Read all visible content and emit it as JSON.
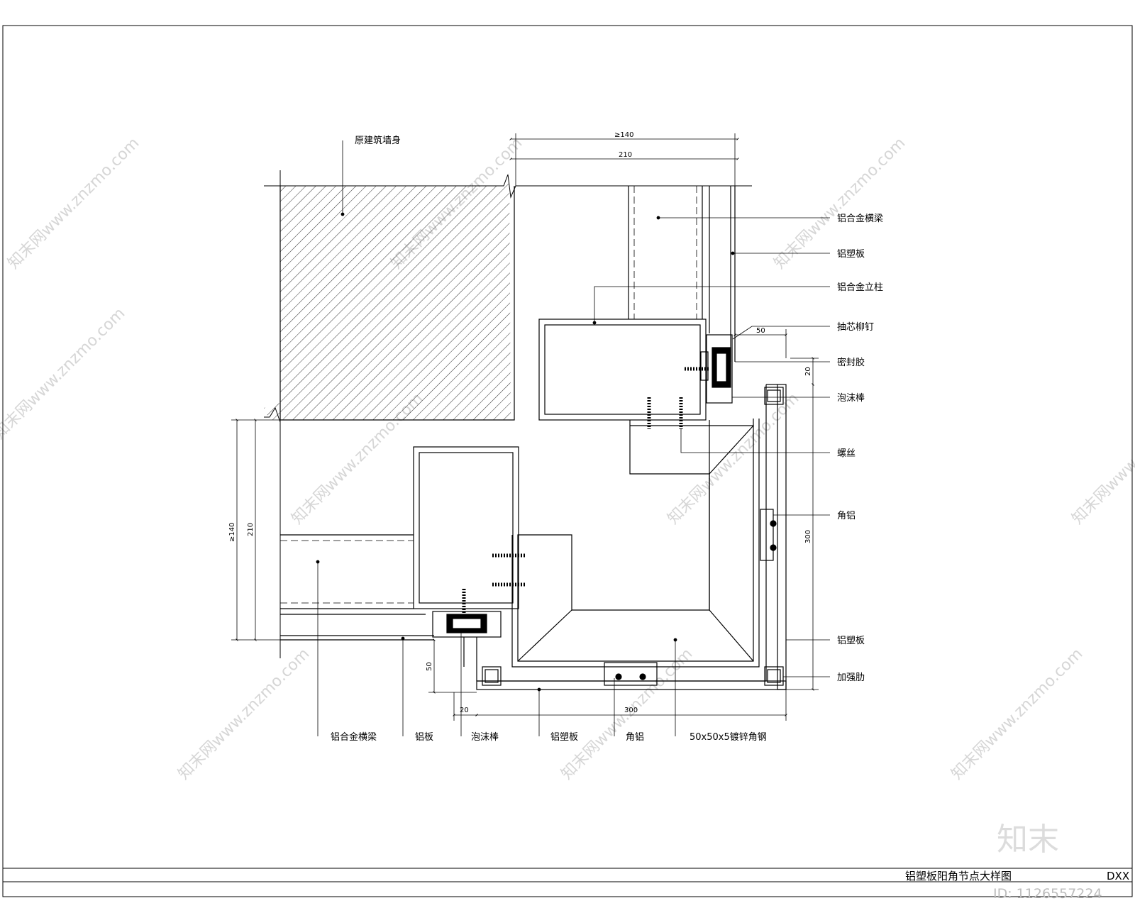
{
  "labels": {
    "wall": "原建筑墙身",
    "right_beam": "铝合金横梁",
    "right_panel_top": "铝塑板",
    "right_column": "铝合金立柱",
    "rivet": "抽芯柳钉",
    "sealant": "密封胶",
    "foam_rod_right": "泡沫棒",
    "screw": "螺丝",
    "angle_al_right": "角铝",
    "right_panel_bottom": "铝塑板",
    "stiffener": "加强肋",
    "bottom_beam": "铝合金横梁",
    "al_plate": "铝板",
    "foam_rod_bottom": "泡沫棒",
    "bottom_panel": "铝塑板",
    "angle_al_bottom": "角铝",
    "steel_angle": "50x50x5镀锌角钢"
  },
  "dimensions": {
    "top_min": "≥140",
    "top_210": "210",
    "right_50": "50",
    "right_20": "20",
    "right_300": "300",
    "left_min": "≥140",
    "left_210": "210",
    "bottom_50": "50",
    "bottom_20": "20",
    "bottom_300": "300"
  },
  "title_block": {
    "title": "铝塑板阳角节点大样图",
    "suffix": "DXX"
  },
  "watermark": {
    "text": "知末网www.znzmo.com",
    "brand": "知末",
    "image_id": "ID: 1126557224"
  },
  "colors": {
    "line": "#000000",
    "watermark": "#d6d6d6"
  }
}
